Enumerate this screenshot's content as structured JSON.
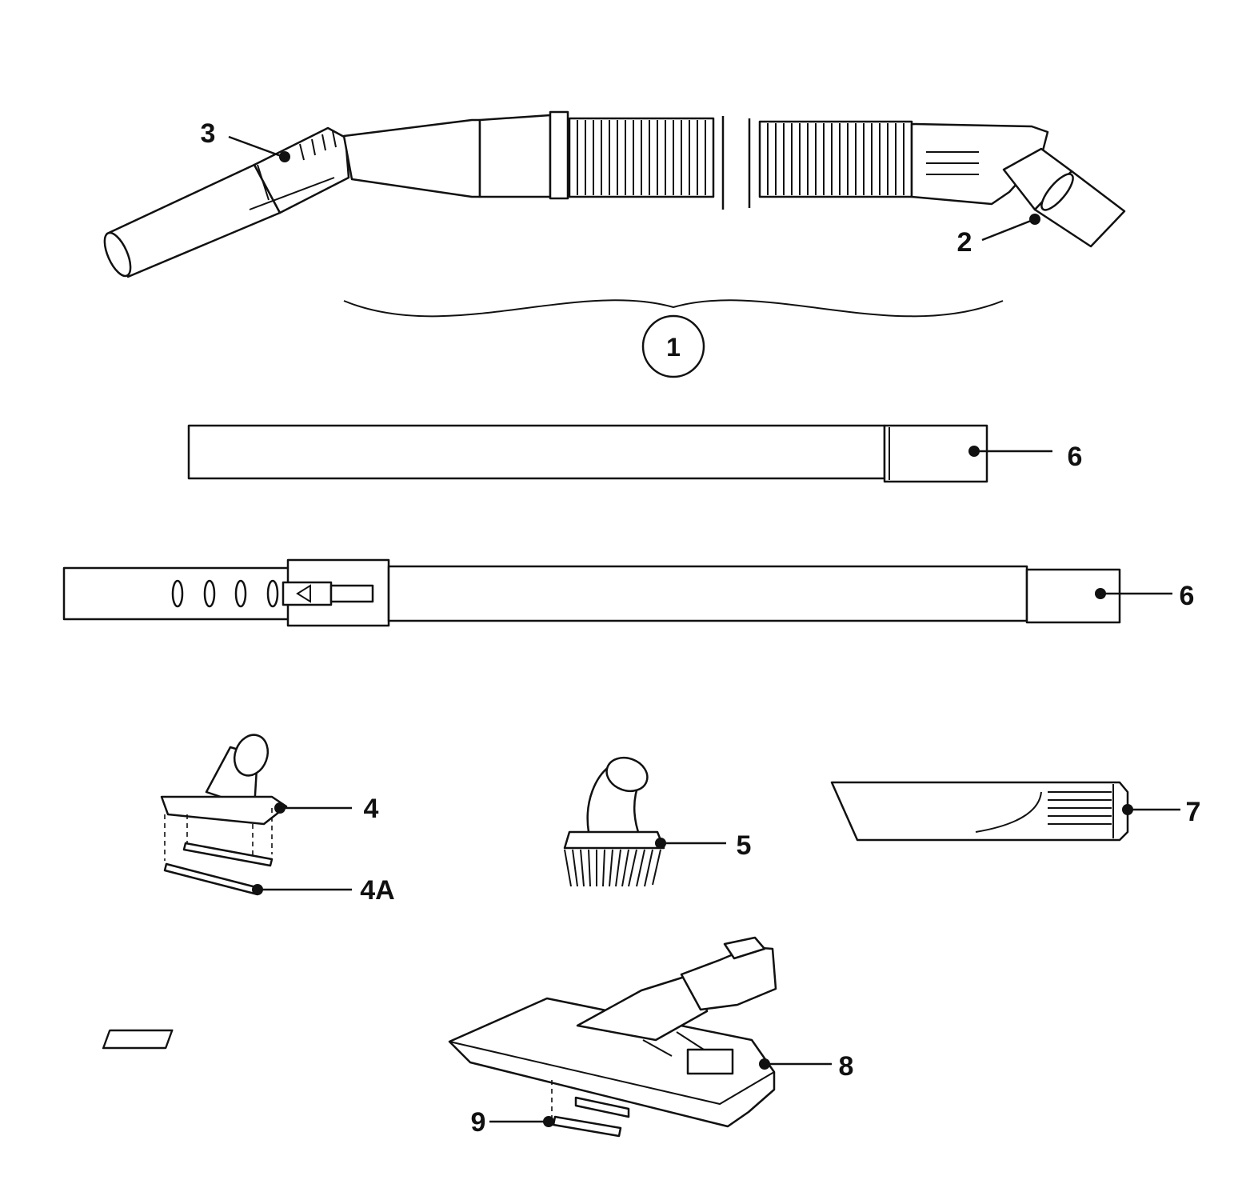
{
  "callouts": {
    "hose_assembly": "1",
    "swivel_end": "2",
    "handle": "3",
    "upholstery_nozzle": "4",
    "nozzle_strip": "4A",
    "dusting_brush": "5",
    "wand_upper": "6",
    "wand_telescopic": "6",
    "crevice_tool": "7",
    "floor_tool": "8",
    "floor_tool_strip": "9"
  }
}
